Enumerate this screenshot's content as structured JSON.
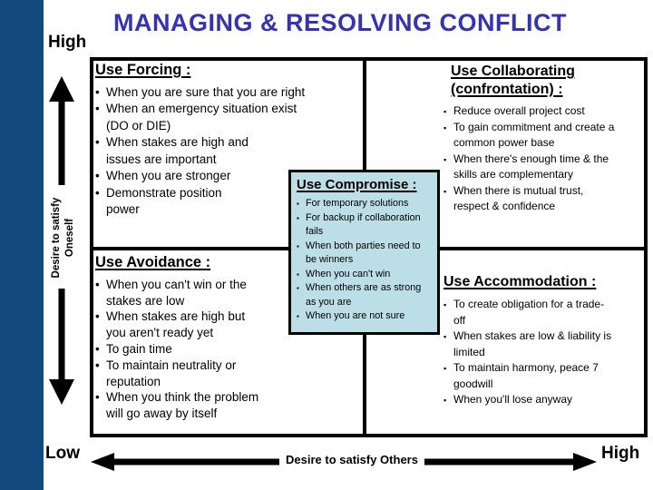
{
  "title": "MANAGING & RESOLVING CONFLICT",
  "colors": {
    "title": "#3333b3",
    "accent_bar": "#134a7d",
    "compromise_bg": "#bcdee6",
    "text": "#000000"
  },
  "axes": {
    "y_high": "High",
    "y_low": "Low",
    "y_title": "Desire to satisfy\nOneself",
    "x_title": "Desire to satisfy Others",
    "x_high": "High"
  },
  "quadrants": {
    "forcing": {
      "heading": "Use Forcing :",
      "bullets": [
        "When you are sure that you are right",
        "When an emergency situation exist\n(DO or DIE)",
        "When stakes are high and\nissues are important",
        "When you are stronger",
        "Demonstrate position\npower"
      ]
    },
    "collaborating": {
      "heading": "Use Collaborating\n(confrontation) :",
      "bullets": [
        "Reduce overall project cost",
        "To gain commitment and create a\ncommon power base",
        "When there's enough time & the\nskills are complementary",
        "When there is mutual trust,\nrespect & confidence"
      ]
    },
    "compromise": {
      "heading": "Use Compromise :",
      "bullets": [
        "For temporary solutions",
        "For backup if collaboration\nfails",
        "When both parties need to\nbe winners",
        "When you can't win",
        "When others are as strong\nas you are",
        "When you are not sure"
      ]
    },
    "avoidance": {
      "heading": "Use Avoidance :",
      "bullets": [
        "When you can't win or the\nstakes are low",
        "When stakes are high but\nyou aren't ready yet",
        "To gain time",
        "To maintain neutrality or\nreputation",
        "When you think the problem\nwill go away by itself"
      ]
    },
    "accommodation": {
      "heading": "Use Accommodation :",
      "bullets": [
        "To create obligation for a trade-\noff",
        "When stakes are low & liability is\nlimited",
        "To maintain harmony, peace 7\ngoodwill",
        "When you'll lose anyway"
      ]
    }
  }
}
